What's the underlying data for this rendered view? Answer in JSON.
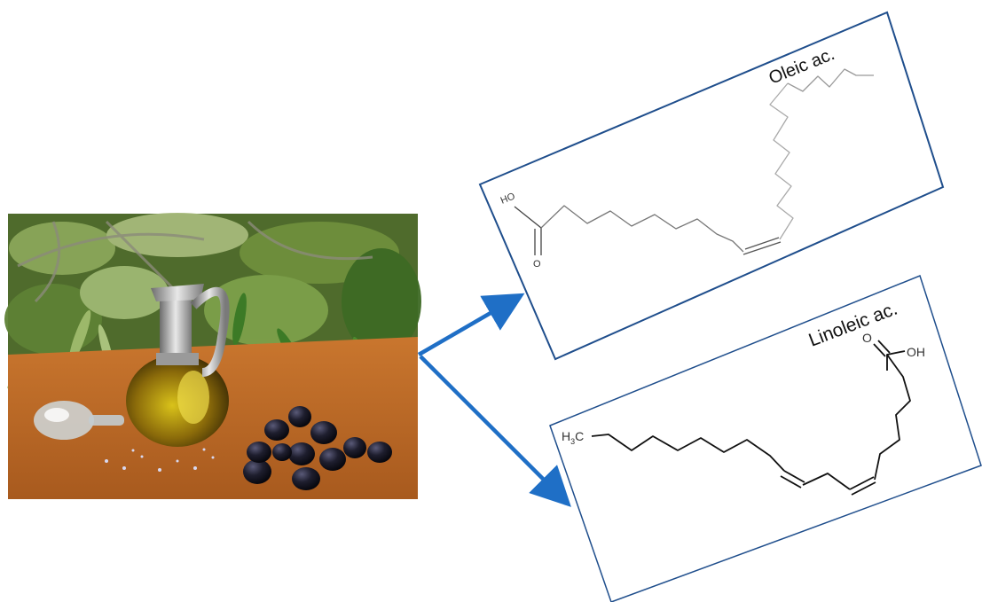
{
  "colors": {
    "box_border": "#1f4e8c",
    "arrow": "#1f6fc6",
    "bond": "#444444",
    "bond_light": "#9a9a9a"
  },
  "photo": {
    "description_icon": "olive-oil-photo"
  },
  "oleic": {
    "title": "Oleic ac.",
    "ho_label": "HO",
    "o_label": "O"
  },
  "linoleic": {
    "title": "Linoleic ac.",
    "h3c_h": "H",
    "h3c_3": "3",
    "h3c_c": "C",
    "o_label": "O",
    "oh_label": "OH"
  }
}
